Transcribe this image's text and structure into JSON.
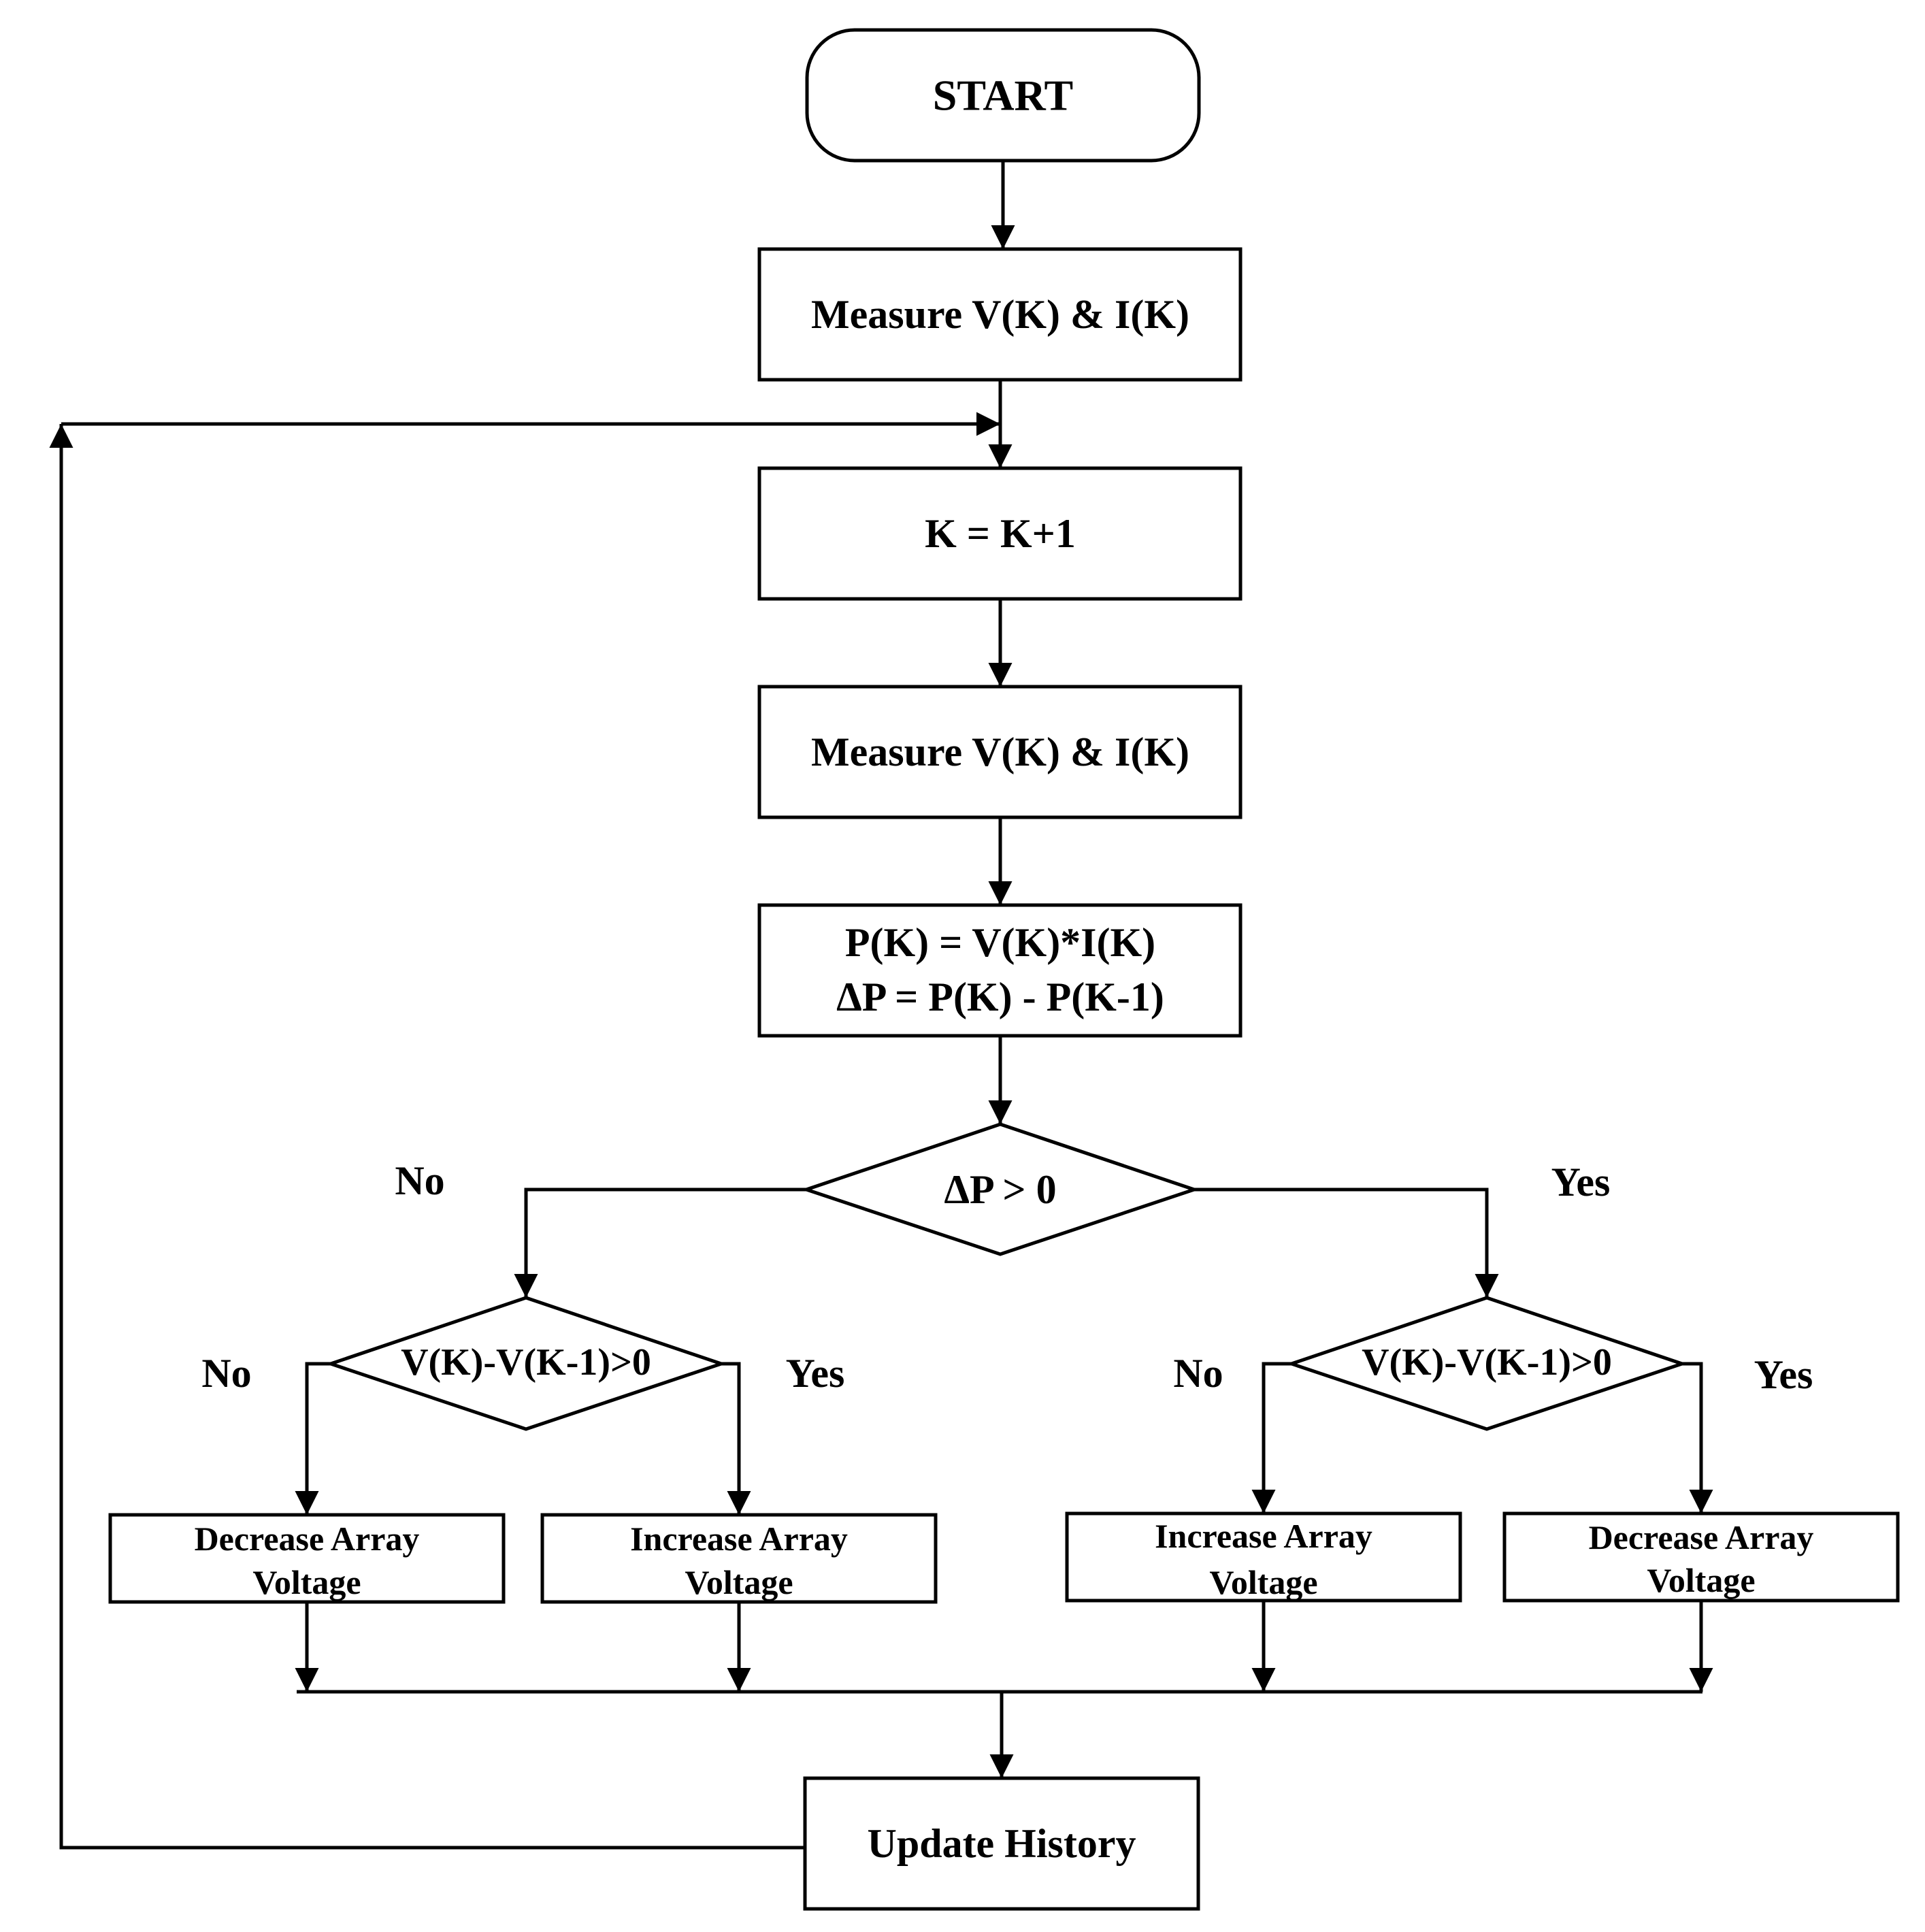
{
  "flowchart": {
    "start": "START",
    "measure_1": "Measure V(K) & I(K)",
    "increment": "K = K+1",
    "measure_2": "Measure V(K) & I(K)",
    "power_line_1": "P(K) = V(K)*I(K)",
    "power_line_2": "ΔP = P(K) - P(K-1)",
    "decision_power": "ΔP > 0",
    "decision_power_no": "No",
    "decision_power_yes": "Yes",
    "left_decision": "V(K)-V(K-1)>0",
    "left_no": "No",
    "left_yes": "Yes",
    "right_decision": "V(K)-V(K-1)>0",
    "right_no": "No",
    "right_yes": "Yes",
    "box_1_line_1": "Decrease Array",
    "box_1_line_2": "Voltage",
    "box_2_line_1": "Increase Array",
    "box_2_line_2": "Voltage",
    "box_3_line_1": "Increase Array",
    "box_3_line_2": "Voltage",
    "box_4_line_1": "Decrease Array",
    "box_4_line_2": "Voltage",
    "update": "Update History"
  }
}
